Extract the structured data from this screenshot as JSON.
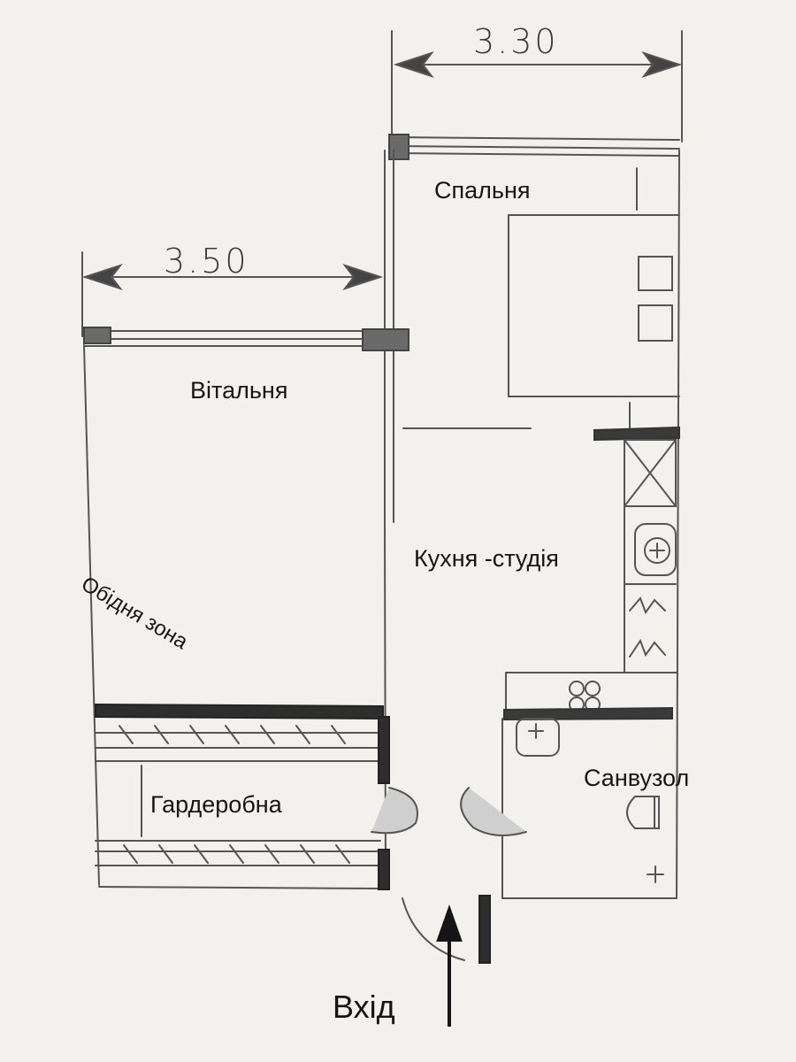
{
  "dimensions": {
    "top": "3.30",
    "left": "3.50"
  },
  "rooms": {
    "bedroom": "Спальня",
    "living": "Вітальня",
    "kitchen": "Кухня -студія",
    "dining": "Обідня зона",
    "wardrobe": "Гардеробна",
    "bathroom": "Санвузол"
  },
  "entrance": "Вхід",
  "colors": {
    "paper": "#f3f1ee",
    "pencil": "#4a4a4a",
    "text": "#151515"
  }
}
